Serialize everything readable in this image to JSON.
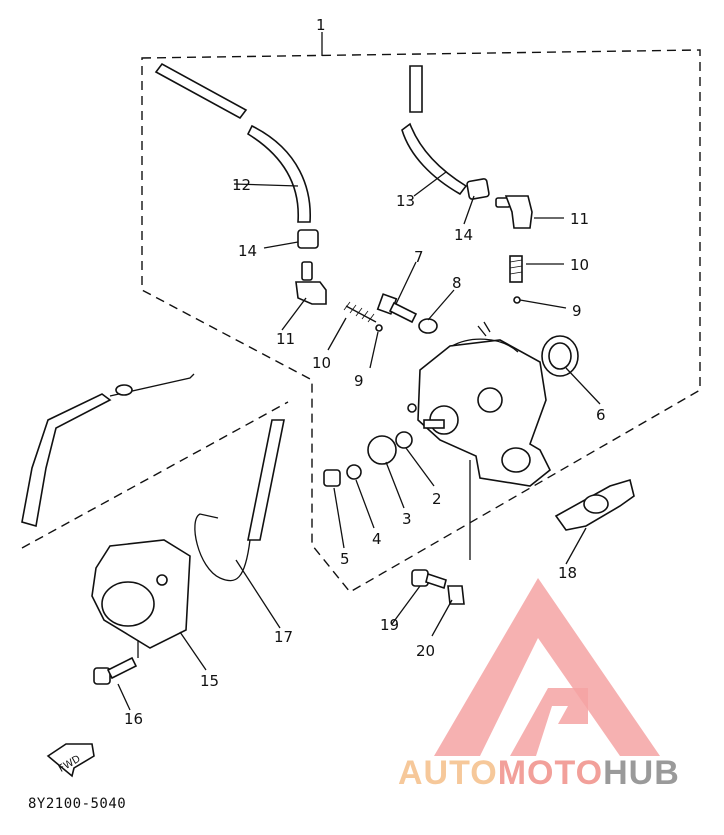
{
  "diagram": {
    "code": "8Y2100-5040",
    "arrow_label": "FWD",
    "callouts": {
      "c1": "1",
      "c2": "2",
      "c3": "3",
      "c4": "4",
      "c5": "5",
      "c6": "6",
      "c7": "7",
      "c8": "8",
      "c9a": "9",
      "c9b": "9",
      "c10a": "10",
      "c10b": "10",
      "c11a": "11",
      "c11b": "11",
      "c12": "12",
      "c13": "13",
      "c14a": "14",
      "c14b": "14",
      "c15": "15",
      "c16": "16",
      "c17": "17",
      "c18": "18",
      "c19": "19",
      "c20": "20"
    }
  },
  "watermark": {
    "part1": "AUTO",
    "part2": "MOTO",
    "part3": "HUB",
    "colors": {
      "auto": "#f6c89a",
      "moto": "#f2a09a",
      "hub": "#9a9a9a",
      "logo": "#f4a3a3"
    }
  }
}
